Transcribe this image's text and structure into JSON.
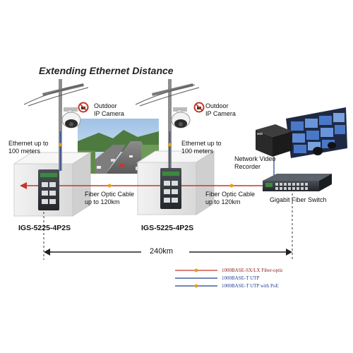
{
  "title": "Extending Ethernet Distance",
  "cameras": [
    {
      "label_line1": "Outdoor",
      "label_line2": "IP Camera"
    },
    {
      "label_line1": "Outdoor",
      "label_line2": "IP Camera"
    }
  ],
  "ethernet_labels": [
    {
      "line1": "Ethernet up to",
      "line2": "100 meters"
    },
    {
      "line1": "Ethernet up to",
      "line2": "100 meters"
    }
  ],
  "fiber_labels": [
    {
      "line1": "Fiber Optic Cable",
      "line2": "up to 120km"
    },
    {
      "line1": "Fiber Optic Cable",
      "line2": "up to 120km"
    }
  ],
  "devices": {
    "switch_model_1": "IGS-5225-4P2S",
    "switch_model_2": "IGS-5225-4P2S",
    "nvr_line1": "Network Video",
    "nvr_line2": "Recorder",
    "gigabit_switch": "Gigabit Fiber Switch"
  },
  "distance": "240km",
  "legend": [
    {
      "label": "1000BASE-SX/LX Fiber-optic",
      "color": "#c0392b"
    },
    {
      "label": "1000BASE-T UTP",
      "color": "#1f3f8f"
    },
    {
      "label": "1000BASE-T UTP with PoE",
      "color": "#1f3f8f"
    }
  ],
  "colors": {
    "fiber": "#c0392b",
    "utp": "#1f3f8f",
    "cabinet": "#e7e7e7",
    "cabinet_top": "#f5f5f5"
  },
  "icons": [
    "camera-icon",
    "no-power-icon",
    "utility-pole-icon",
    "switch-icon",
    "nvr-icon",
    "monitor-wall-icon",
    "highway-photo"
  ]
}
